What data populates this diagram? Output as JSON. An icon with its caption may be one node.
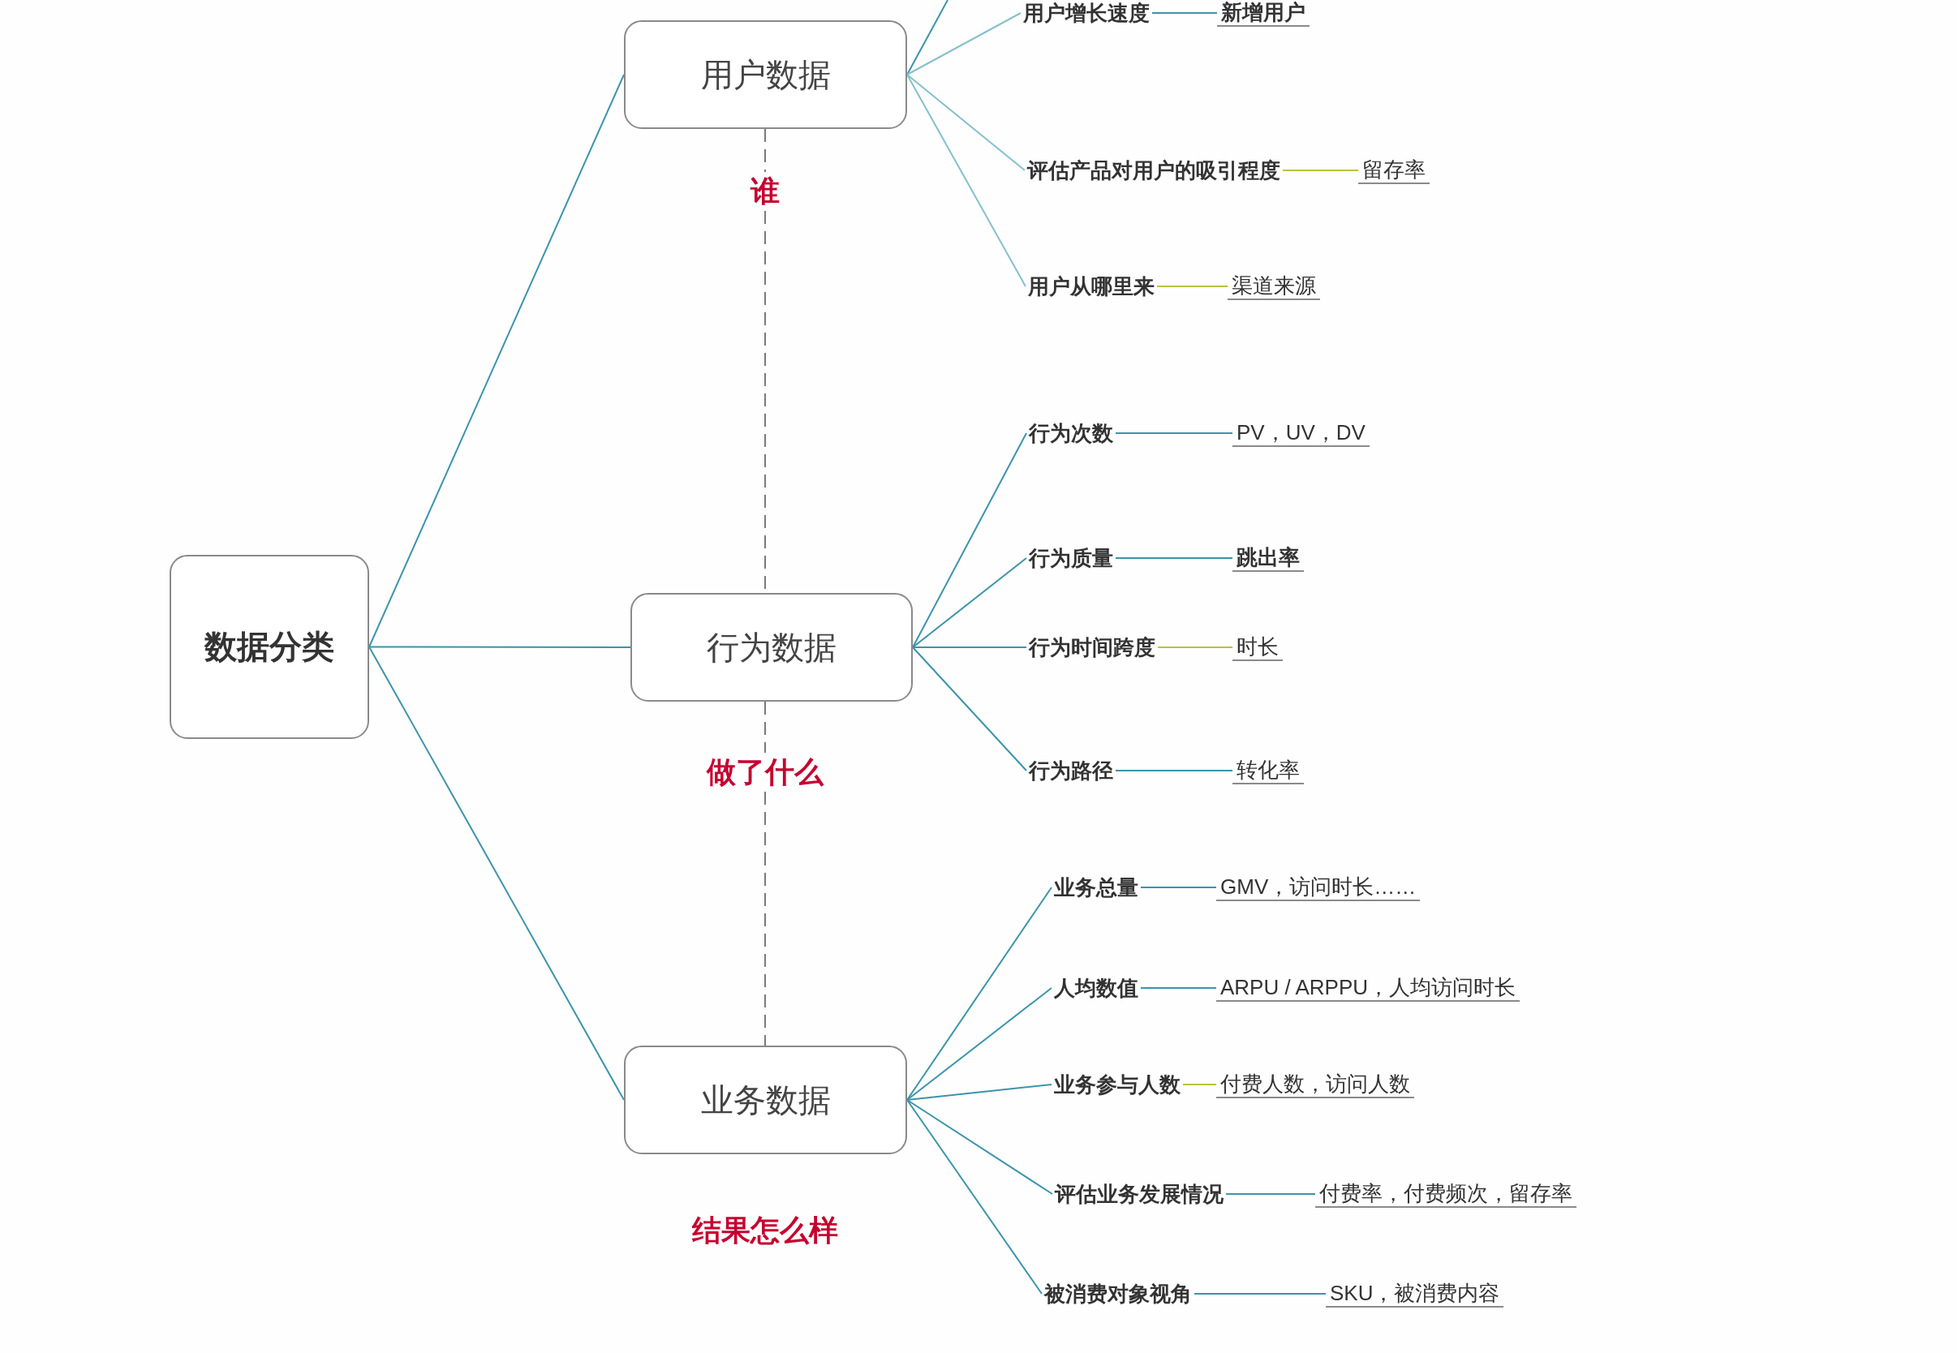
{
  "diagram": {
    "nodes": [
      {
        "text": [
          "数据分类"
        ]
      },
      {
        "text": [
          "用户数据"
        ]
      },
      {
        "text": [
          "谁"
        ]
      },
      {
        "text": [
          "用户增长速度"
        ]
      },
      {
        "text": [
          "新增用户"
        ]
      },
      {
        "text": [
          "评估产品对用户的吸引程度"
        ]
      },
      {
        "text": [
          "留存率"
        ]
      },
      {
        "text": [
          "用户从哪里来"
        ]
      },
      {
        "text": [
          "渠道来源"
        ]
      },
      {
        "text": [
          "行为数据"
        ]
      },
      {
        "text": [
          "做了什么"
        ]
      },
      {
        "text": [
          "行为次数"
        ]
      },
      {
        "text": [
          "PV，UV，DV"
        ]
      },
      {
        "text": [
          "行为质量"
        ]
      },
      {
        "text": [
          "跳出率"
        ]
      },
      {
        "text": [
          "行为时间跨度"
        ]
      },
      {
        "text": [
          "时长"
        ]
      },
      {
        "text": [
          "行为路径"
        ]
      },
      {
        "text": [
          "转化率"
        ]
      },
      {
        "text": [
          "业务数据"
        ],
        "beside": [
          "结果怎么样"
        ]
      },
      {
        "text": [
          "业务总量"
        ]
      },
      {
        "text": [
          "GMV，访问时长……"
        ]
      },
      {
        "text": [
          "人均数值"
        ]
      },
      {
        "text": [
          "ARPU / ARPPU，人均访问时长"
        ]
      },
      {
        "text": [
          "业务参与人数"
        ]
      },
      {
        "text": [
          "付费人数，访问人数"
        ]
      },
      {
        "text": [
          "评估业务发展情况"
        ]
      },
      {
        "text": [
          "付费率，付费频次，留存率"
        ]
      },
      {
        "text": [
          "被消费对象视角"
        ]
      },
      {
        "text": [
          "SKU，被消费内容"
        ]
      }
    ],
    "edges": [
      {
        "from": 0,
        "to": 1,
        "arrow": "none"
      },
      {
        "from": 0,
        "to": 9,
        "arrow": "none"
      },
      {
        "from": 0,
        "to": 19,
        "arrow": "none"
      },
      {
        "from": 1,
        "to": 2,
        "arrow": "none",
        "style": "dashed",
        "color": "#7a7a7a"
      },
      {
        "from": 2,
        "to": 9,
        "arrow": "none",
        "style": "dashed",
        "color": "#7a7a7a"
      },
      {
        "from": 9,
        "to": 10,
        "arrow": "none",
        "style": "dashed",
        "color": "#7a7a7a"
      },
      {
        "from": 10,
        "to": 19,
        "arrow": "none",
        "style": "dashed",
        "color": "#7a7a7a"
      },
      {
        "from": 1,
        "to": null,
        "arrow": "none"
      },
      {
        "from": 1,
        "to": 3,
        "arrow": "none",
        "color": "#86bfcd"
      },
      {
        "from": 3,
        "to": 4,
        "arrow": "none"
      },
      {
        "from": 1,
        "to": 5,
        "arrow": "none",
        "color": "#86bfcd"
      },
      {
        "from": 5,
        "to": 6,
        "arrow": "none",
        "color": "#b9c23f"
      },
      {
        "from": 1,
        "to": 7,
        "arrow": "none",
        "color": "#86bfcd"
      },
      {
        "from": 7,
        "to": 8,
        "arrow": "none",
        "color": "#b9c23f"
      },
      {
        "from": 9,
        "to": 11,
        "arrow": "none"
      },
      {
        "from": 11,
        "to": 12,
        "arrow": "none"
      },
      {
        "from": 9,
        "to": 13,
        "arrow": "none"
      },
      {
        "from": 13,
        "to": 14,
        "arrow": "none"
      },
      {
        "from": 9,
        "to": 15,
        "arrow": "none"
      },
      {
        "from": 15,
        "to": 16,
        "arrow": "none",
        "color": "#b9c23f"
      },
      {
        "from": 9,
        "to": 17,
        "arrow": "none"
      },
      {
        "from": 17,
        "to": 18,
        "arrow": "none"
      },
      {
        "from": 19,
        "to": 20,
        "arrow": "none"
      },
      {
        "from": 20,
        "to": 21,
        "arrow": "none"
      },
      {
        "from": 19,
        "to": 22,
        "arrow": "none"
      },
      {
        "from": 22,
        "to": 23,
        "arrow": "none"
      },
      {
        "from": 19,
        "to": 24,
        "arrow": "none"
      },
      {
        "from": 24,
        "to": 25,
        "arrow": "none",
        "color": "#b9c23f"
      },
      {
        "from": 19,
        "to": 26,
        "arrow": "none"
      },
      {
        "from": 26,
        "to": 27,
        "arrow": "none"
      },
      {
        "from": 19,
        "to": 28,
        "arrow": "none"
      },
      {
        "from": 28,
        "to": 29,
        "arrow": "none"
      }
    ]
  }
}
